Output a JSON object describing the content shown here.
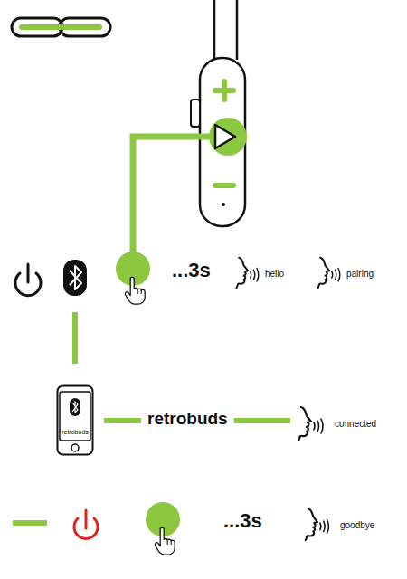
{
  "diagram": {
    "nodes": [
      {
        "text": [
          "retrobuds"
        ]
      }
    ],
    "labels": [
      "...3s",
      "hello",
      "pairing",
      "retrobuds",
      "connected",
      "...3s",
      "goodbye"
    ]
  }
}
